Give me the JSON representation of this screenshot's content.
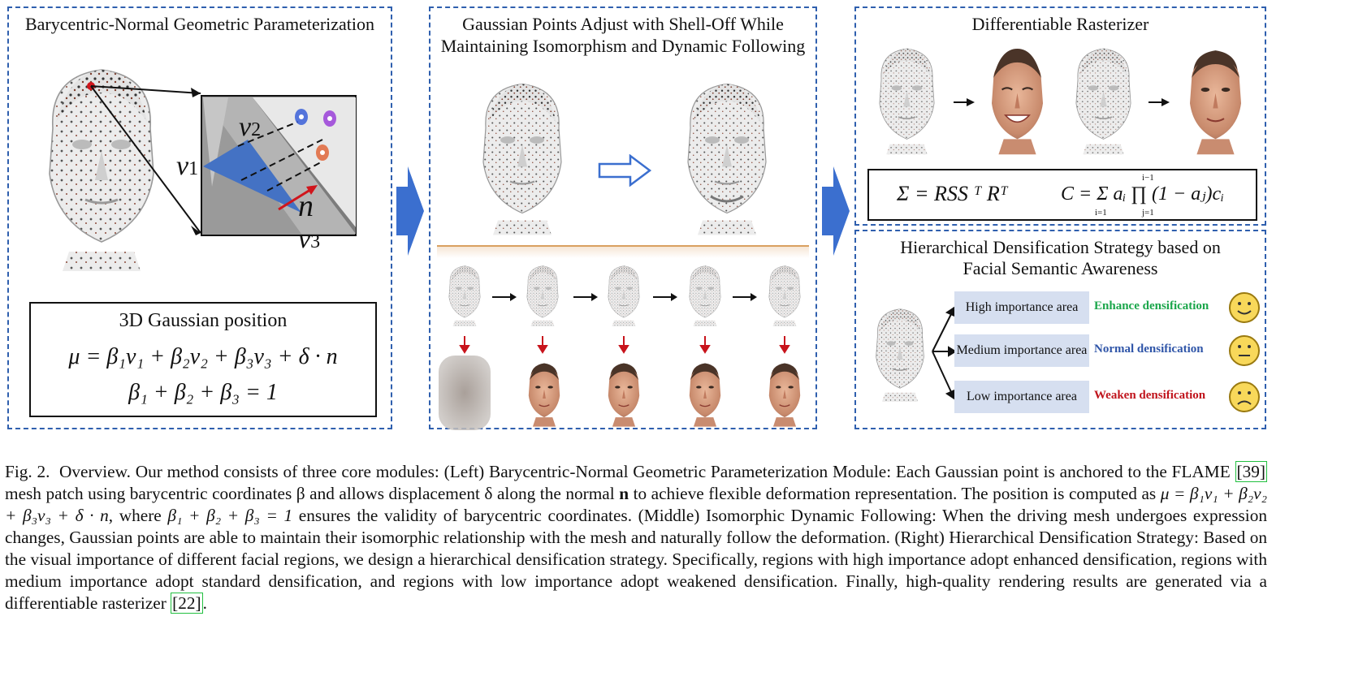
{
  "left_panel": {
    "title": "Barycentric-Normal Geometric Parameterization",
    "labels": {
      "v1": "v",
      "v1_sub": "1",
      "v2": "v",
      "v2_sub": "2",
      "v3": "v",
      "v3_sub": "3",
      "n": "n"
    },
    "position_box": {
      "heading": "3D Gaussian position",
      "eq1": "μ = β₁v₁ + β₂v₂ + β₃v₃ + δ · n",
      "eq2": "β₁ + β₂ + β₃ = 1"
    }
  },
  "middle_panel": {
    "title_line1": "Gaussian Points Adjust with Shell-Off While",
    "title_line2": "Maintaining Isomorphism and Dynamic Following"
  },
  "right_top_panel": {
    "title": "Differentiable Rasterizer",
    "eq_sigma": "Σ = RSS ᵀ Rᵀ",
    "eq_color": "C = Σ aᵢ ∏ (1 − aⱼ)cᵢ",
    "sum_upper": "",
    "sum_lower": "i=1",
    "prod_upper": "i−1",
    "prod_lower": "j=1"
  },
  "right_bottom_panel": {
    "title_line1": "Hierarchical Densification Strategy based on",
    "title_line2": "Facial Semantic Awareness",
    "rows": [
      {
        "area": "High importance area",
        "strategy": "Enhance densification",
        "color": "#1aa64a",
        "mood": "happy"
      },
      {
        "area": "Medium importance area",
        "strategy": "Normal densification",
        "color": "#2f55a8",
        "mood": "neutral"
      },
      {
        "area": "Low importance area",
        "strategy": "Weaken densification",
        "color": "#c0141c",
        "mood": "sad"
      }
    ]
  },
  "caption": {
    "fig_label": "Fig. 2.",
    "text_1": "Overview. Our method consists of three core modules: (Left) Barycentric-Normal Geometric Parameterization Module: Each Gaussian point is anchored to the FLAME ",
    "cite_1": "[39]",
    "text_2": " mesh patch using barycentric coordinates β and allows displacement δ along the normal ",
    "bold_n": "n",
    "text_3": " to achieve flexible deformation representation. The position is computed as ",
    "formula_1": "μ = β₁v₁ + β₂v₂ + β₃v₃ + δ · n",
    "text_4": ", where ",
    "formula_2": "β₁ + β₂ + β₃ = 1",
    "text_5": " ensures the validity of barycentric coordinates. (Middle) Isomorphic Dynamic Following: When the driving mesh undergoes expression changes, Gaussian points are able to maintain their isomorphic relationship with the mesh and naturally follow the deformation. (Right) Hierarchical Densification Strategy: Based on the visual importance of different facial regions, we design a hierarchical densification strategy. Specifically, regions with high importance adopt enhanced densification, regions with medium importance adopt standard densification, and regions with low importance adopt weakened densification. Finally, high-quality rendering results are generated via a differentiable rasterizer ",
    "cite_2": "[22]",
    "text_6": "."
  },
  "colors": {
    "dashed_border": "#2f5fae",
    "arrow_blue": "#3b6fcf",
    "triangle_blue": "#4472c4",
    "red_arrow": "#c8141c"
  }
}
